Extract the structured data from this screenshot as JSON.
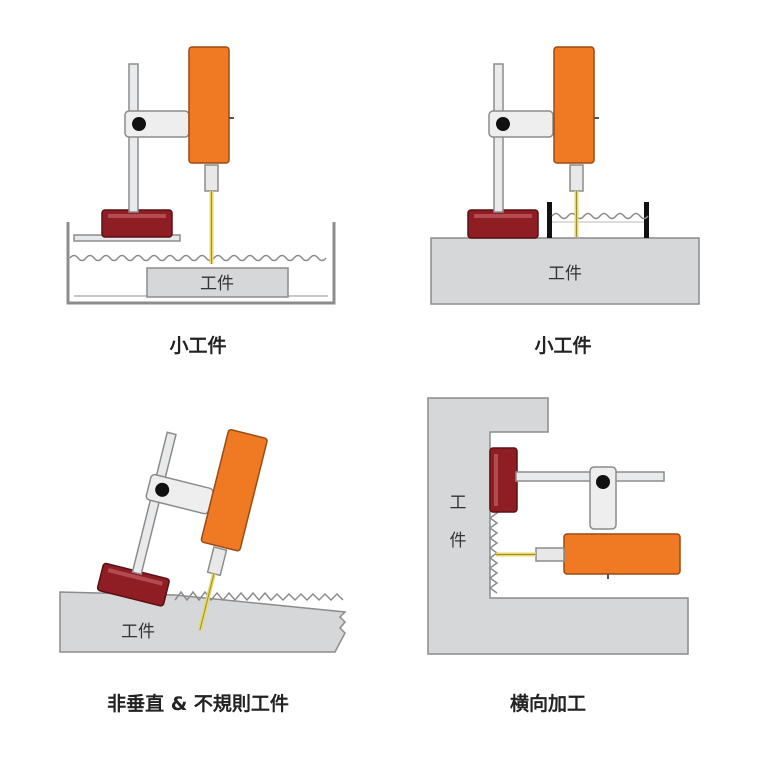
{
  "panels": [
    {
      "caption": "小工件",
      "workpiece_label": "工件"
    },
    {
      "caption": "小工件",
      "workpiece_label": "工件"
    },
    {
      "caption": "非垂直 & 不規則工件",
      "workpiece_label": "工件"
    },
    {
      "caption": "横向加工",
      "workpiece_label_line1": "工",
      "workpiece_label_line2": "件"
    }
  ],
  "colors": {
    "drill_orange": "#f07a24",
    "magnet_red": "#8f1d24",
    "workpiece_gray": "#d6d7d9",
    "outline_gray": "#8c8c8c",
    "drill_bit_yellow": "#e6d86a"
  },
  "icons": [
    "magnetic-base-icon",
    "drill-motor-icon",
    "stand-post-icon",
    "knob-icon"
  ]
}
